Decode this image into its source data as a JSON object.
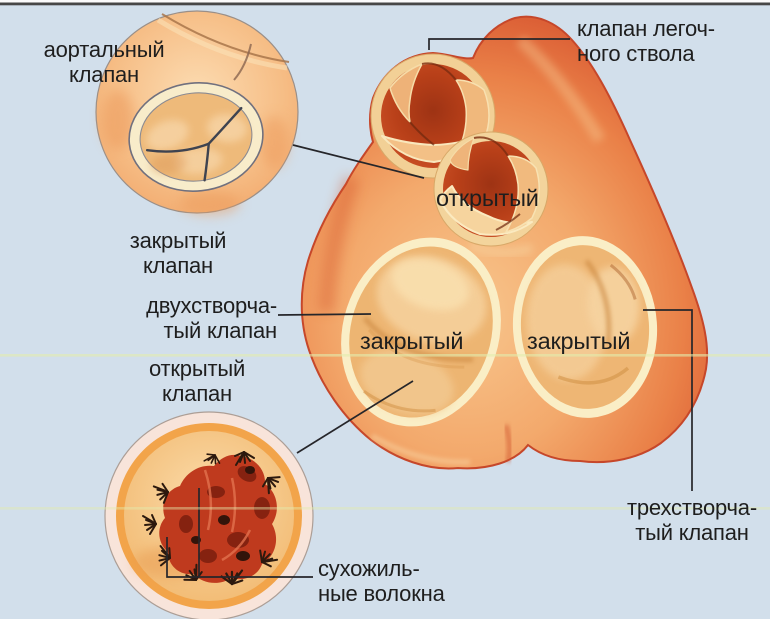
{
  "figure": {
    "description_name": "heart-valves-top-view-diagram",
    "language": "ru"
  },
  "labels": {
    "aortic_valve": [
      "аортальный",
      "клапан"
    ],
    "pulmonary_trunk_valve": [
      "клапан легоч-",
      "ного ствола"
    ],
    "closed_valve_caption": [
      "закрытый",
      "клапан"
    ],
    "bicuspid_valve": [
      "двухстворча-",
      "тый клапан"
    ],
    "open_valve_caption": [
      "открытый",
      "клапан"
    ],
    "aortic_open_state": "открытый",
    "bicuspid_closed_state": "закрытый",
    "tricuspid_closed_state": "закрытый",
    "tricuspid_valve": [
      "трехстворча-",
      "тый клапан"
    ],
    "tendinous_fibers": [
      "сухожиль-",
      "ные волокна"
    ]
  },
  "colors": {
    "background": "#d2dfeb",
    "top_border": "#474747",
    "text": "#1e1e1e",
    "leader_line": "#26262a",
    "heart_rim": "#cf4c2a",
    "heart_mid": "#ee9357",
    "heart_light": "#f8c68d",
    "valve_ring_cream": "#faeec6",
    "valve_interior_tan": "#edb572",
    "cusp_highlight": "#f5cf9a",
    "open_valve_red": "#c2481f",
    "open_valve_deep_red": "#9e3314",
    "flap_peach": "#f3c086",
    "inset_peach": "#f7c58c",
    "inset_ring_cream": "#f8ecca",
    "seam_dark": "#3e4350",
    "inset2_outer_pink": "#f8e4da",
    "inset2_orange_ring": "#f2a44a",
    "inset2_tan": "#f6cd8d",
    "valve_blob_red": "#bf3a1e",
    "blob_spot_dark": "#7c1e0e",
    "chordae_dark": "#2c190e",
    "scan_line": "#e3ecae"
  }
}
